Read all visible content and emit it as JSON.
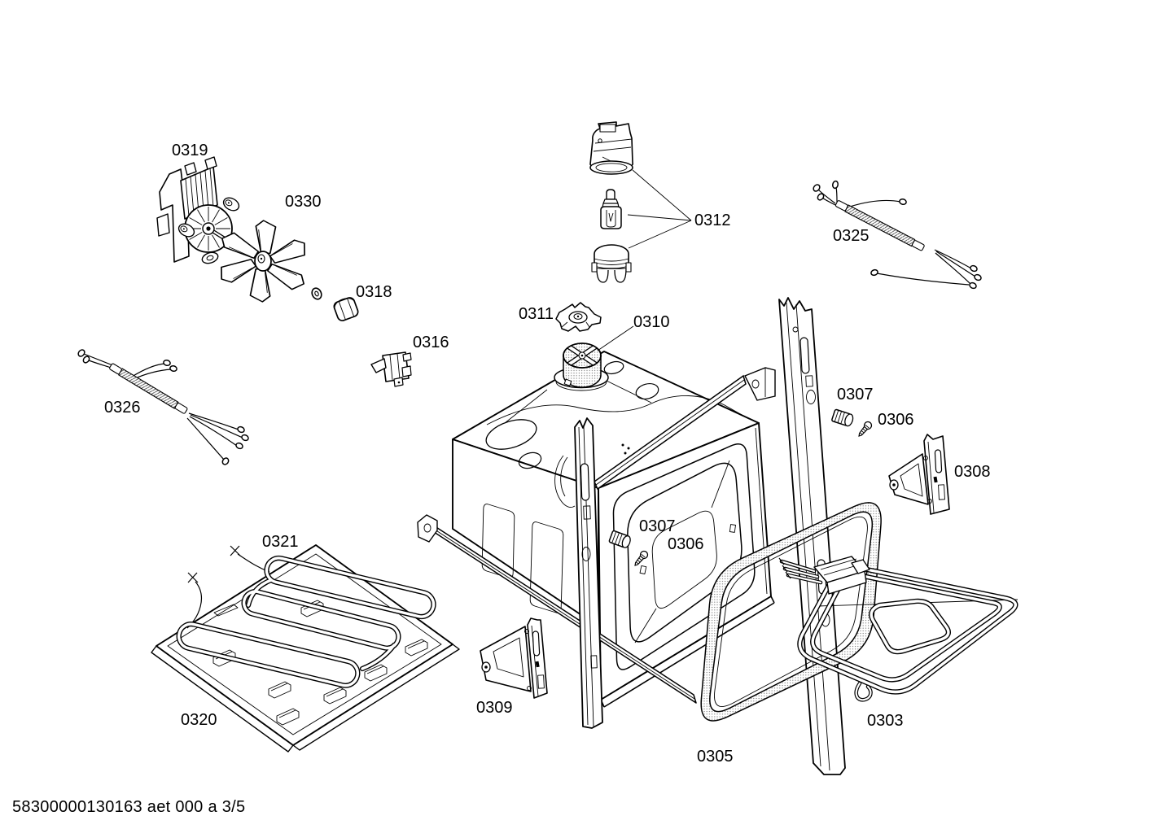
{
  "page": {
    "background": "#ffffff",
    "ink": "#000000",
    "footer": "58300000130163 aet 000 a 3/5"
  },
  "diagram": {
    "type": "exploded-parts-diagram",
    "labels": [
      {
        "text": "0319"
      },
      {
        "text": "0330"
      },
      {
        "text": "0318"
      },
      {
        "text": "0316"
      },
      {
        "text": "0312"
      },
      {
        "text": "0325"
      },
      {
        "text": "0326"
      },
      {
        "text": "0311"
      },
      {
        "text": "0310"
      },
      {
        "text": "0307"
      },
      {
        "text": "0306"
      },
      {
        "text": "0308"
      },
      {
        "text": "0307"
      },
      {
        "text": "0306"
      },
      {
        "text": "0321"
      },
      {
        "text": "0320"
      },
      {
        "text": "0309"
      },
      {
        "text": "0305"
      },
      {
        "text": "0303"
      }
    ]
  }
}
